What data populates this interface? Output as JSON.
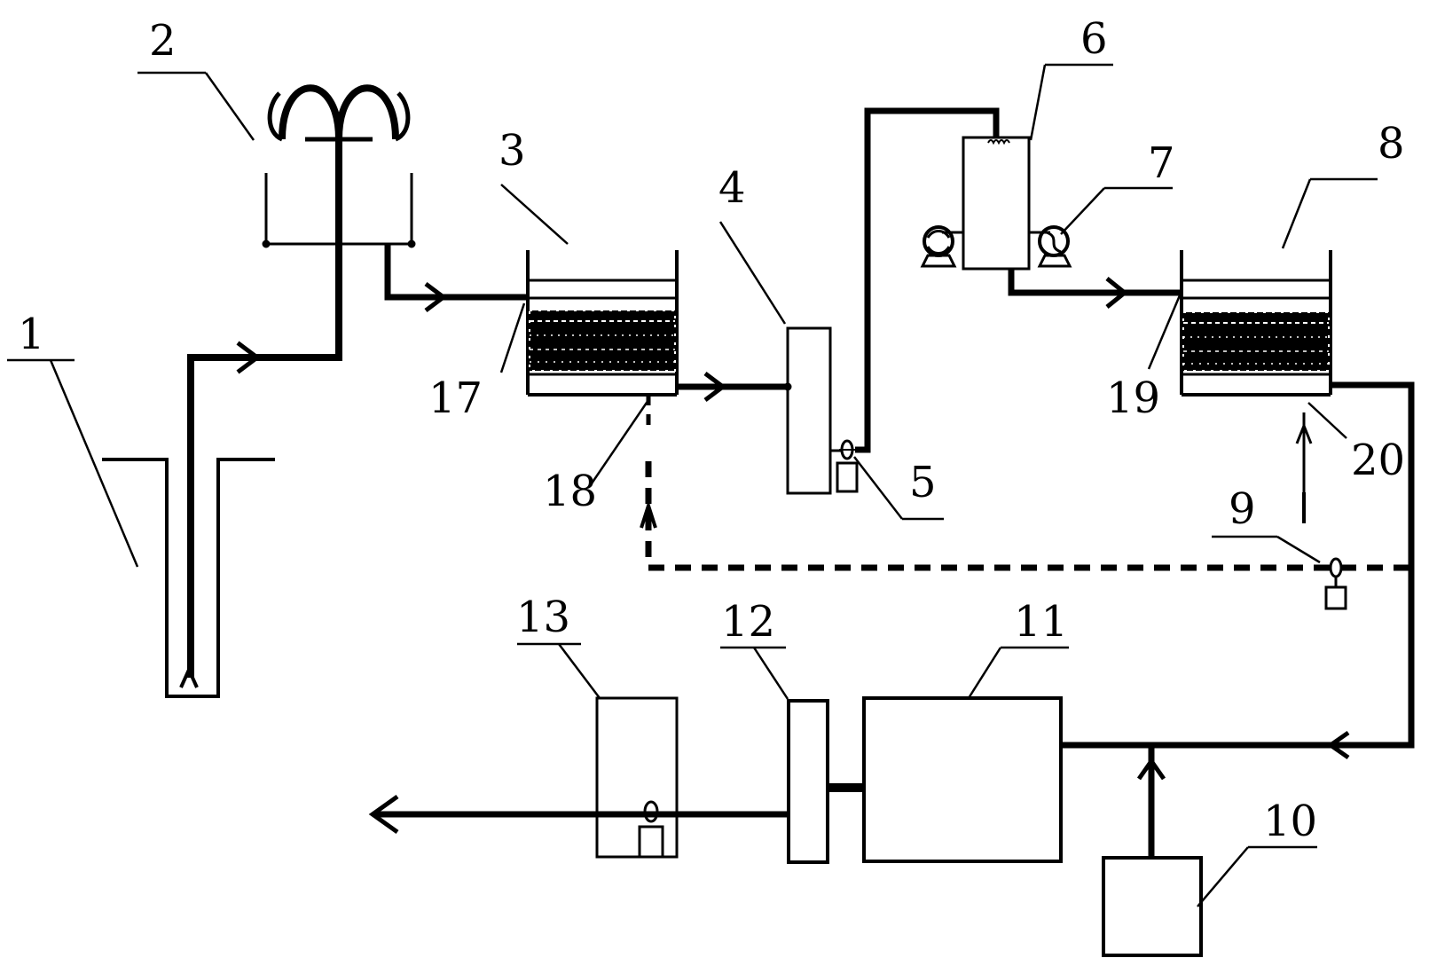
{
  "labels": {
    "n1": "1",
    "n2": "2",
    "n3": "3",
    "n4": "4",
    "n5": "5",
    "n6": "6",
    "n7": "7",
    "n8": "8",
    "n9": "9",
    "n10": "10",
    "n11": "11",
    "n12": "12",
    "n13": "13",
    "n17": "17",
    "n18": "18",
    "n19": "19",
    "n20": "20"
  },
  "colors": {
    "line": "#000000",
    "background": "#ffffff"
  }
}
